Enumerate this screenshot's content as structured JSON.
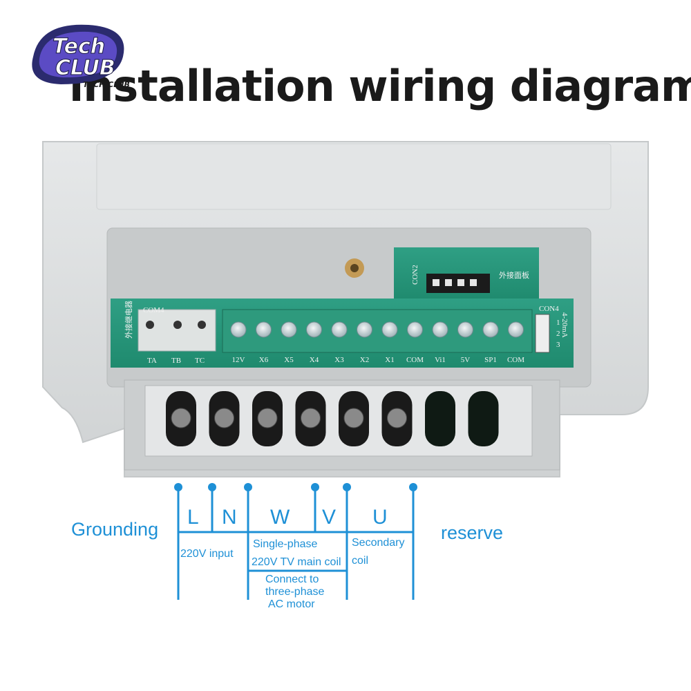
{
  "title": "installation wiring diagram",
  "logo": {
    "line1": "Tech",
    "line2": "CLUB",
    "tagline": "TECH CLUB"
  },
  "board": {
    "connector_label_con2": "CON2",
    "panel_label": "外接面板",
    "con4_label": "CON4",
    "con4_side_text": "4-20mA",
    "con4_pins": [
      "1",
      "2",
      "3"
    ],
    "relay_label": "外接继电器",
    "relay_terminals": [
      "TA",
      "TB",
      "TC"
    ],
    "signal_terminals": [
      "12V",
      "X6",
      "X5",
      "X4",
      "X3",
      "X2",
      "X1",
      "COM",
      "Vi1",
      "5V",
      "SP1",
      "COM"
    ]
  },
  "terminals": {
    "letters": [
      "L",
      "N",
      "W",
      "V",
      "U"
    ],
    "grounding": "Grounding",
    "reserve": "reserve",
    "input_label": "220V input",
    "single_phase_line1": "Single-phase",
    "single_phase_line2": "220V TV main coil",
    "secondary_line1": "Secondary",
    "secondary_line2": "coil",
    "motor_line1": "Connect to",
    "motor_line2": "three-phase",
    "motor_line3": "AC motor"
  },
  "colors": {
    "wire": "#1e90d6",
    "board": "#2a9d80",
    "housing": "#d9dbdc"
  }
}
